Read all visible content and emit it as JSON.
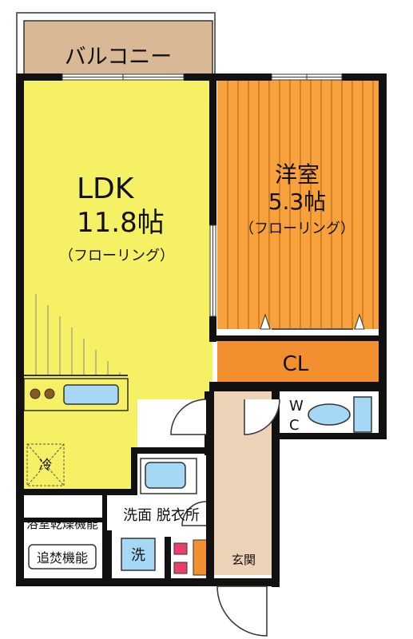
{
  "balcony": {
    "label": "バルコニー"
  },
  "ldk": {
    "name": "LDK",
    "size": "11.8帖",
    "floor": "（フローリング）"
  },
  "western_room": {
    "name": "洋室",
    "size": "5.3帖",
    "floor": "（フローリング）"
  },
  "closet": {
    "label": "CL"
  },
  "toilet": {
    "label_w": "W",
    "label_c": "C"
  },
  "fridge": {
    "label": "冷"
  },
  "bath_dryer": {
    "label": "浴室乾燥機能"
  },
  "reheat": {
    "label": "追焚機能"
  },
  "washroom": {
    "label": "洗面 脱衣所"
  },
  "washer": {
    "label": "洗"
  },
  "entrance": {
    "label": "玄関"
  },
  "colors": {
    "ldk_floor": "#f5f064",
    "western_floor": "#f7a23c",
    "western_stripes": "#c8741c",
    "closet": "#f28f2e",
    "balcony": "#d9b896",
    "entrance": "#ecd2b6",
    "fixtures": "#a6d8f5",
    "wall": "#111111",
    "shoebox": "#e8406a"
  }
}
